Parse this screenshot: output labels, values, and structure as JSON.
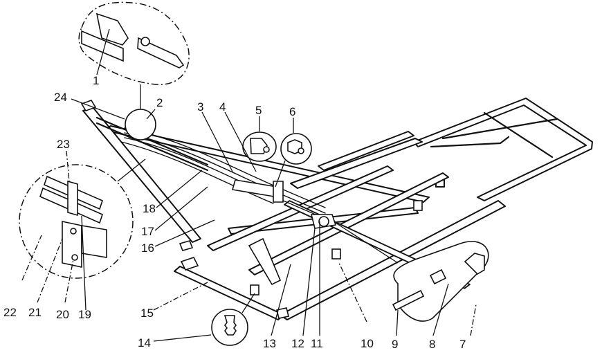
{
  "diagram": {
    "type": "exploded-parts-view",
    "subject": "implement frame with hydraulic lines and fittings",
    "callouts": [
      {
        "id": "1",
        "label": "1"
      },
      {
        "id": "2",
        "label": "2"
      },
      {
        "id": "3",
        "label": "3"
      },
      {
        "id": "4",
        "label": "4"
      },
      {
        "id": "5",
        "label": "5"
      },
      {
        "id": "6",
        "label": "6"
      },
      {
        "id": "7",
        "label": "7"
      },
      {
        "id": "8",
        "label": "8"
      },
      {
        "id": "9",
        "label": "9"
      },
      {
        "id": "10",
        "label": "10"
      },
      {
        "id": "11",
        "label": "11"
      },
      {
        "id": "12",
        "label": "12"
      },
      {
        "id": "13",
        "label": "13"
      },
      {
        "id": "14",
        "label": "14"
      },
      {
        "id": "15",
        "label": "15"
      },
      {
        "id": "16",
        "label": "16"
      },
      {
        "id": "17",
        "label": "17"
      },
      {
        "id": "18",
        "label": "18"
      },
      {
        "id": "19",
        "label": "19"
      },
      {
        "id": "20",
        "label": "20"
      },
      {
        "id": "21",
        "label": "21"
      },
      {
        "id": "22",
        "label": "22"
      },
      {
        "id": "23",
        "label": "23"
      },
      {
        "id": "24",
        "label": "24"
      }
    ],
    "detail_views": [
      {
        "name": "quick-coupler-detail",
        "callouts": [
          "1"
        ]
      },
      {
        "name": "hose-clamp-bracket-detail",
        "callouts": [
          "19",
          "20",
          "21",
          "22",
          "23"
        ]
      },
      {
        "name": "fitting-detail-5",
        "callouts": [
          "5"
        ]
      },
      {
        "name": "fitting-detail-6",
        "callouts": [
          "6"
        ]
      },
      {
        "name": "elbow-fitting-detail",
        "callouts": [
          "7",
          "8",
          "9"
        ]
      },
      {
        "name": "grease-fitting-detail",
        "callouts": [
          "14"
        ]
      }
    ]
  }
}
